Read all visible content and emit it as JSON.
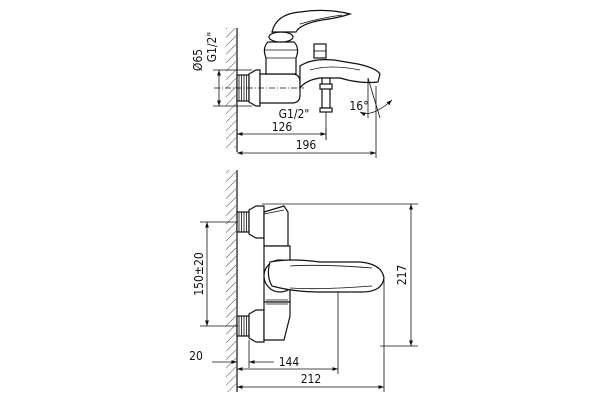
{
  "dimensions": {
    "diameter_flange": "Ø65",
    "thread_top": "G1/2\"",
    "thread_bottom": "G1/2\"",
    "spout_angle": "16°",
    "depth_to_axis": "126",
    "depth_total_side": "196",
    "height_total": "217",
    "axis_spacing": "150±20",
    "wall_offset": "20",
    "depth_to_handle": "144",
    "depth_total_front": "212"
  }
}
